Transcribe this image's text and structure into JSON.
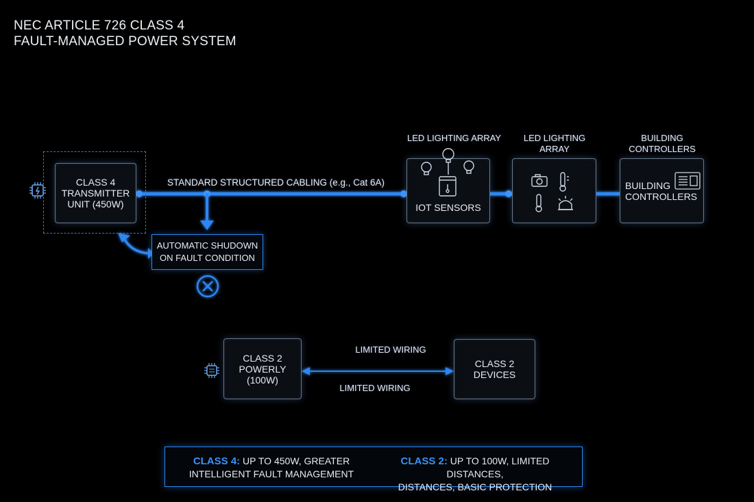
{
  "title": {
    "line1": "NEC ARTICLE 726 CLASS 4",
    "line2": "FAULT-MANAGED POWER SYSTEM"
  },
  "class4": {
    "transmitter": [
      "CLASS 4",
      "TRANSMITTER",
      "UNIT (450W)"
    ],
    "cabling_label": "STANDARD STRUCTURED CABLING (e.g., Cat 6A)",
    "fault_box": [
      "AUTOMATIC SHUDOWN",
      "ON FAULT CONDITION"
    ],
    "node1_top_label": "LED LIGHTING ARRAY",
    "node1_text": "IOT SENSORS",
    "node2_top_label": [
      "LED LIGHTING",
      "ARRAY"
    ],
    "node3_top_label": [
      "BUILDING",
      "CONTROLLERS"
    ],
    "node3_text": [
      "BUILDING",
      "CONTROLLERS"
    ]
  },
  "class2": {
    "power": [
      "CLASS 2",
      "POWERLY",
      "(100W)"
    ],
    "devices": [
      "CLASS 2",
      "DEVICES"
    ],
    "wiring_top": "LIMITED WIRING",
    "wiring_bottom": "LIMITED WIRING"
  },
  "legend": {
    "class4_key": "CLASS 4:",
    "class4_line1": "UP TO 450W, GREATER",
    "class4_line2": "INTELLIGENT FAULT MANAGEMENT",
    "class2_key": "CLASS 2:",
    "class2_line1": "UP TO 100W, LIMITED DISTANCES,",
    "class2_line2": "DISTANCES, BASIC PROTECTION"
  },
  "icons": {
    "chip": "power-chip-icon",
    "bulb": "light-bulb-icon",
    "sensor": "sensor-icon",
    "camera": "camera-icon",
    "thermometer": "thermometer-icon",
    "alarm": "alarm-light-icon",
    "controller": "controller-panel-icon",
    "fault": "fault-x-icon"
  },
  "colors": {
    "accent": "#2f86f0",
    "background": "#000000"
  }
}
